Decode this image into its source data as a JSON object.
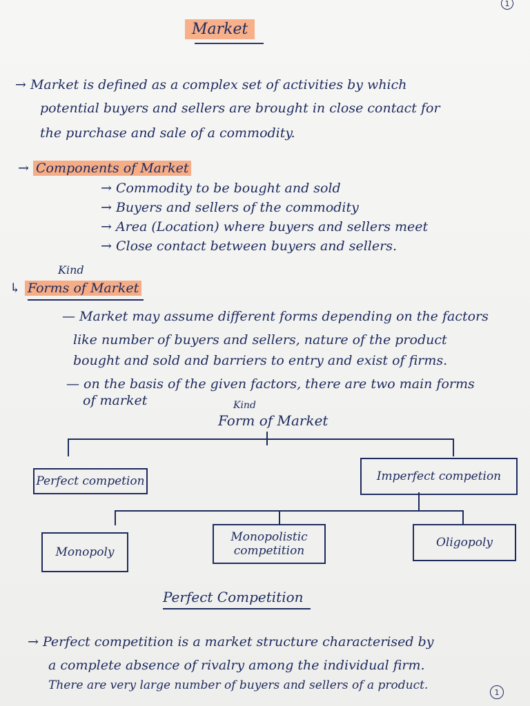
{
  "page_title": "Market",
  "definition": {
    "line1": "→ Market is defined as a complex set of activities by which",
    "line2": "potential buyers and sellers are brought in close contact for",
    "line3": "the purchase and sale of a commodity."
  },
  "components": {
    "heading": "Components of Market",
    "items": [
      "→ Commodity to be bought and sold",
      "→ Buyers and sellers of the commodity",
      "→ Area (Location) where buyers and sellers meet",
      "→ Close contact between buyers and sellers."
    ]
  },
  "forms": {
    "kind_note": "Kind",
    "heading": "Forms of Market",
    "para1": [
      "— Market may assume different forms depending on the factors",
      "like number of buyers and sellers, nature of the product",
      "bought and sold and barriers to entry and exist of firms."
    ],
    "para2": [
      "— on the basis of the given factors, there are two main forms",
      "of market"
    ]
  },
  "diagram": {
    "root_kind": "Kind",
    "root": "Form of Market",
    "perfect": "Perfect competion",
    "imperfect": "Imperfect competion",
    "monopoly": "Monopoly",
    "monopolistic": "Monopolistic competition",
    "oligopoly": "Oligopoly"
  },
  "perfect_competition": {
    "heading": "Perfect Competition",
    "lines": [
      "→ Perfect competition is a market structure characterised by",
      "a complete absence of rivalry among the individual firm.",
      "There are very large number of buyers and sellers of a product."
    ]
  },
  "page_numbers": {
    "top": "1",
    "bottom": "1"
  }
}
